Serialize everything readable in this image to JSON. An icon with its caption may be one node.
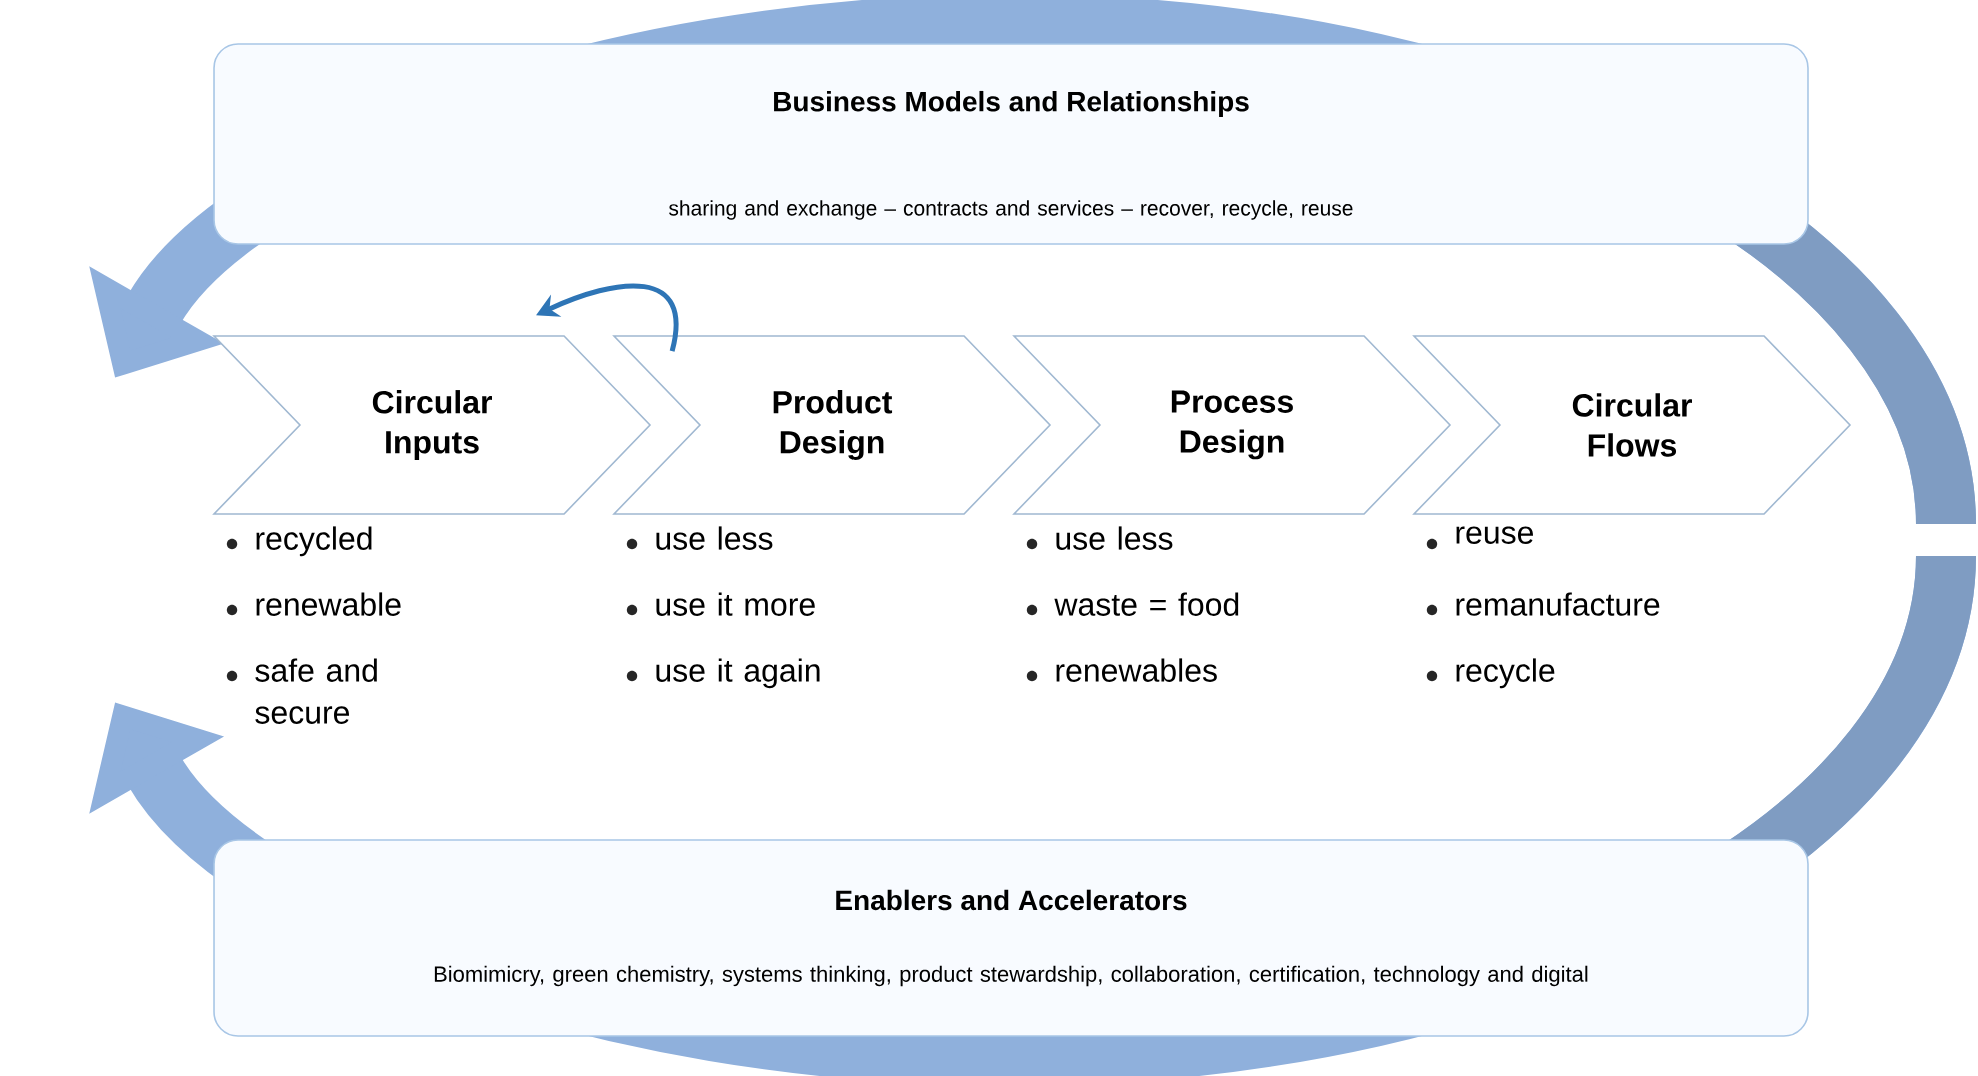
{
  "diagram": {
    "nodes": [
      {
        "text": [
          "Business Models and Relationships",
          "sharing and exchange – contracts and services – recover, recycle, reuse"
        ]
      },
      {
        "text": [
          "Circular Inputs"
        ],
        "beside": [
          "recycled",
          "renewable",
          "safe and secure"
        ]
      },
      {
        "text": [
          "Product Design"
        ],
        "beside": [
          "use less",
          "use it more",
          "use it again"
        ]
      },
      {
        "text": [
          "Process Design"
        ],
        "beside": [
          "use less",
          "waste = food",
          "renewables"
        ]
      },
      {
        "text": [
          "Circular Flows"
        ],
        "beside": [
          "reuse",
          "remanufacture",
          "recycle"
        ]
      },
      {
        "text": [
          "Enablers and Accelerators",
          "Biomimicry, green chemistry, systems thinking, product stewardship, collaboration, certification, technology and digital"
        ]
      }
    ],
    "edges": [
      {
        "from": 2,
        "to": 1,
        "arrow": "to"
      }
    ]
  }
}
